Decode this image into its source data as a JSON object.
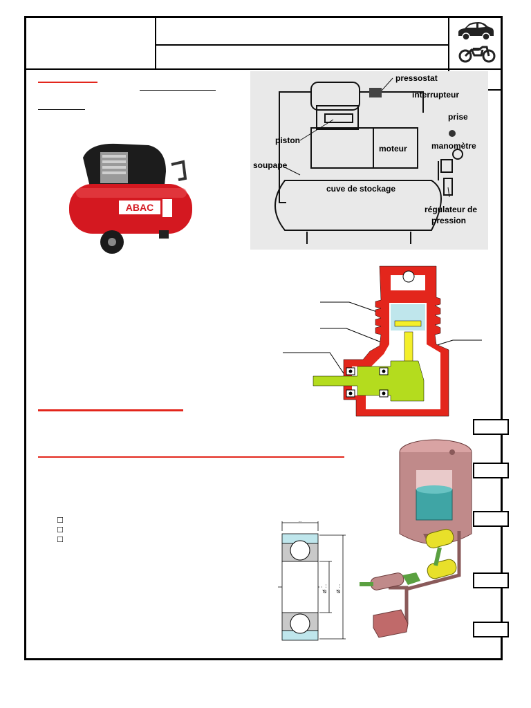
{
  "diagram_labels": {
    "pressostat": "pressostat",
    "interrupteur": "interrupteur",
    "prise": "prise",
    "piston": "piston",
    "moteur": "moteur",
    "manometre": "manomètre",
    "soupape": "soupape",
    "cuve": "cuve de stockage",
    "regulateur_line1": "régulateur de",
    "regulateur_line2": "pression"
  },
  "checkboxes": [
    "☐",
    "☐",
    "☐"
  ],
  "bearing_dims": {
    "top": "...",
    "inner": "Ø ...",
    "outer": "Ø ..."
  },
  "photo_brand": "ABAC",
  "colors": {
    "red": "#e3261c",
    "cyan": "#bfe6ec",
    "yellow_green": "#b4dc1e",
    "yellow": "#f4ef2a",
    "pink": "#c08a8a",
    "teal": "#3fa5a5"
  }
}
